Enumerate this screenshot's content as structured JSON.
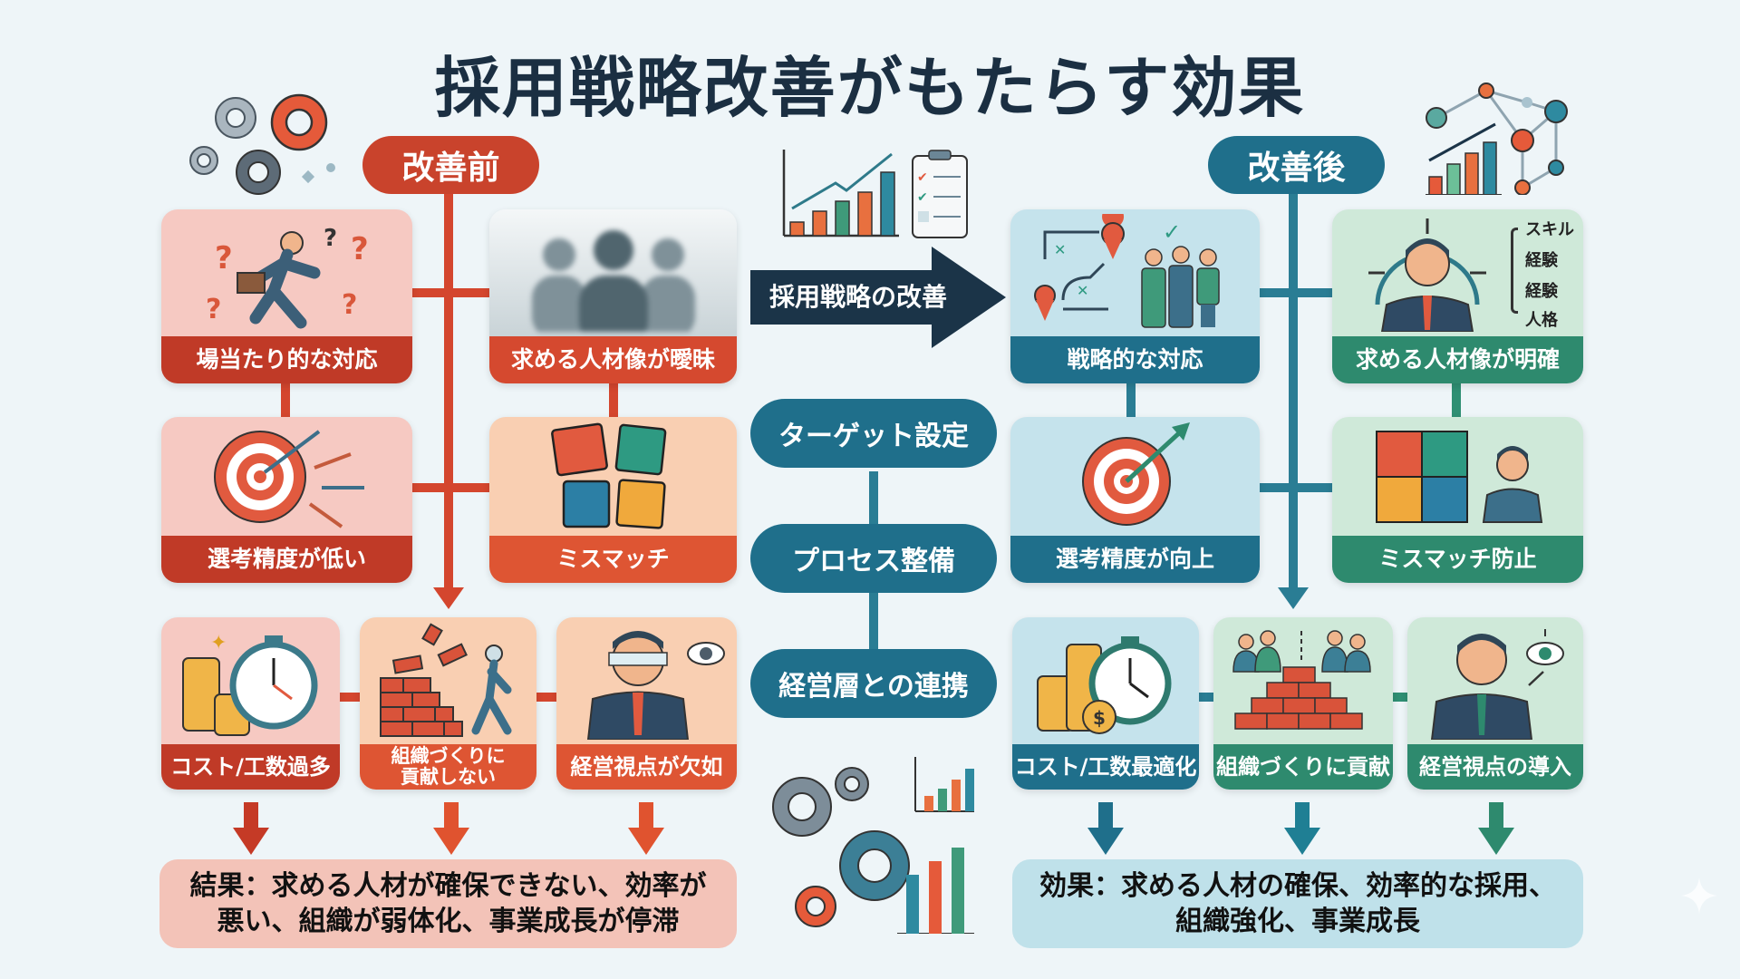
{
  "title": "採用戦略改善がもたらす効果",
  "before": {
    "header": "改善前",
    "row1": [
      {
        "label": "場当たり的な対応",
        "icon": "confused-running-businessman-icon"
      },
      {
        "label": "求める人材像が曖昧",
        "icon": "blurry-silhouettes-icon"
      }
    ],
    "row2": [
      {
        "label": "選考精度が低い",
        "icon": "missed-darts-target-icon"
      },
      {
        "label": "ミスマッチ",
        "icon": "mismatched-puzzle-icon"
      }
    ],
    "row3": [
      {
        "label": "コスト/工数過多",
        "icon": "coins-stopwatch-icon"
      },
      {
        "label": "組織づくりに\n貢献しない",
        "icon": "crumbling-brick-wall-icon"
      },
      {
        "label": "経営視点が欠如",
        "icon": "blindfolded-businessman-icon"
      }
    ],
    "result": "結果：求める人材が確保できない、効率が\n悪い、組織が弱体化、事業成長が停滞"
  },
  "middle": {
    "arrow_label": "採用戦略の改善",
    "steps": [
      "ターゲット設定",
      "プロセス整備",
      "経営層との連携"
    ]
  },
  "after": {
    "header": "改善後",
    "row1": [
      {
        "label": "戦略的な対応",
        "icon": "strategy-map-team-icon"
      },
      {
        "label": "求める人材像が明確",
        "icon": "targeted-candidate-icon",
        "attributes": [
          "スキル",
          "経験",
          "経験",
          "人格"
        ]
      }
    ],
    "row2": [
      {
        "label": "選考精度が向上",
        "icon": "bullseye-dart-icon"
      },
      {
        "label": "ミスマッチ防止",
        "icon": "fitted-puzzle-person-icon"
      }
    ],
    "row3": [
      {
        "label": "コスト/工数最適化",
        "icon": "coins-dollar-stopwatch-icon"
      },
      {
        "label": "組織づくりに貢献",
        "icon": "team-brick-pyramid-icon"
      },
      {
        "label": "経営視点の導入",
        "icon": "businessman-eye-icon"
      }
    ],
    "result": "効果：求める人材の確保、効率的な採用、\n組織強化、事業成長"
  },
  "colors": {
    "before_primary": "#c9432c",
    "before_card_pink": "#f6c9c2",
    "before_card_peach": "#f9cfb2",
    "after_primary": "#1f6f8b",
    "after_green": "#2e8a6e",
    "arrow_navy": "#1b3448",
    "background": "#eef5f8"
  }
}
